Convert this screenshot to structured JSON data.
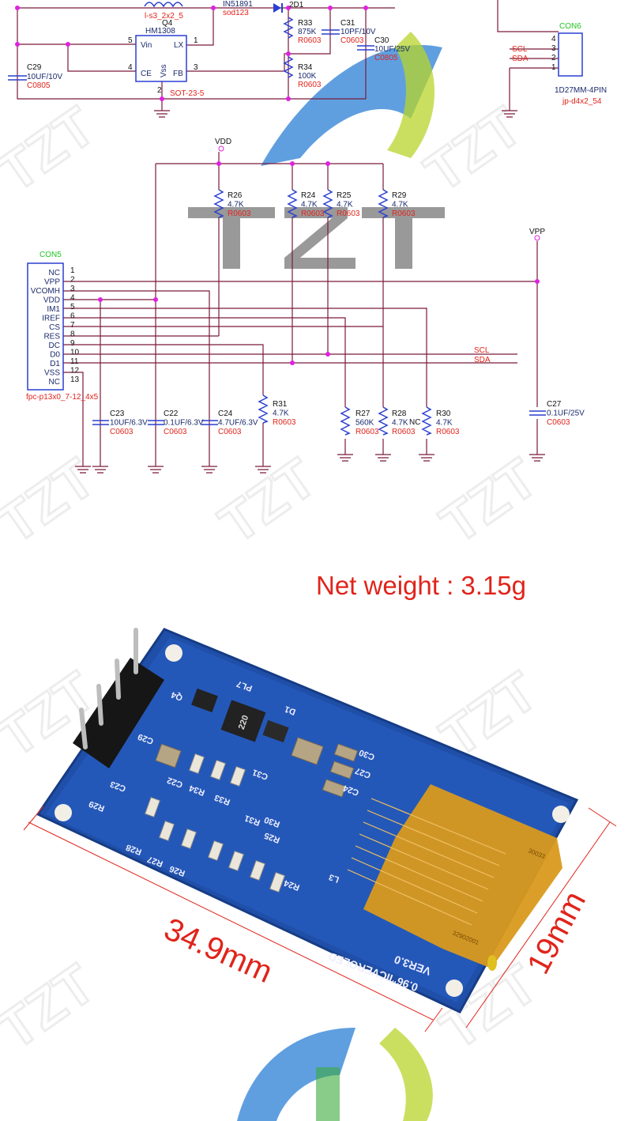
{
  "schematic": {
    "inductor": {
      "pkg": "l-s3_2x2_5"
    },
    "diode": {
      "part": "IN51891",
      "pkg": "sod123",
      "ref": "2D1"
    },
    "q4": {
      "ref": "Q4",
      "part": "HM1308",
      "pkg": "SOT-23-5",
      "pins": {
        "vin": "Vin",
        "lx": "LX",
        "ce": "CE",
        "fb": "FB",
        "vss": "Vss"
      },
      "pin_numbers": {
        "vin": "5",
        "lx": "1",
        "ce": "4",
        "fb": "3",
        "vss": "2"
      }
    },
    "c29": {
      "ref": "C29",
      "value": "10UF/10V",
      "pkg": "C0805"
    },
    "r33": {
      "ref": "R33",
      "value": "875K",
      "pkg": "R0603"
    },
    "r34": {
      "ref": "R34",
      "value": "100K",
      "pkg": "R0603"
    },
    "c31": {
      "ref": "C31",
      "value": "10PF/10V",
      "pkg": "C0603"
    },
    "c30": {
      "ref": "C30",
      "value": "10UF/25V",
      "pkg": "C0805"
    },
    "con6": {
      "ref": "CON6",
      "pins": [
        "4",
        "3",
        "2",
        "1"
      ],
      "signals": [
        "SCL",
        "SDA"
      ],
      "part": "1D27MM-4PIN",
      "pkg": "jp-d4x2_54"
    },
    "vdd": "VDD",
    "vpp": "VPP",
    "pullups": [
      {
        "ref": "R26",
        "value": "4.7K",
        "pkg": "R0603"
      },
      {
        "ref": "R24",
        "value": "4.7K",
        "pkg": "R0603"
      },
      {
        "ref": "R25",
        "value": "4.7K",
        "pkg": "R0603"
      },
      {
        "ref": "R29",
        "value": "4.7K",
        "pkg": "R0603"
      }
    ],
    "con5": {
      "ref": "CON5",
      "pkg": "fpc-p13x0_7-12_4x5",
      "pins": [
        {
          "n": "1",
          "name": "NC"
        },
        {
          "n": "2",
          "name": "VPP"
        },
        {
          "n": "3",
          "name": "VCOMH"
        },
        {
          "n": "4",
          "name": "VDD"
        },
        {
          "n": "5",
          "name": "IM1"
        },
        {
          "n": "6",
          "name": "IREF"
        },
        {
          "n": "7",
          "name": "CS"
        },
        {
          "n": "8",
          "name": "RES"
        },
        {
          "n": "9",
          "name": "DC"
        },
        {
          "n": "10",
          "name": "D0"
        },
        {
          "n": "11",
          "name": "D1"
        },
        {
          "n": "12",
          "name": "VSS"
        },
        {
          "n": "13",
          "name": "NC"
        }
      ]
    },
    "net_scl": "SCL",
    "net_sda": "SDA",
    "c23": {
      "ref": "C23",
      "value": "10UF/6.3V",
      "pkg": "C0603"
    },
    "c22": {
      "ref": "C22",
      "value": "0.1UF/6.3V",
      "pkg": "C0603"
    },
    "c24": {
      "ref": "C24",
      "value": "4.7UF/6.3V",
      "pkg": "C0603"
    },
    "r31": {
      "ref": "R31",
      "value": "4.7K",
      "pkg": "R0603"
    },
    "r27": {
      "ref": "R27",
      "value": "560K",
      "pkg": "R0603"
    },
    "r28": {
      "ref": "R28",
      "value": "4.7K",
      "pkg": "R0603"
    },
    "r30": {
      "ref": "R30",
      "value": "4.7K",
      "pkg": "R0603",
      "note": "NC"
    },
    "c27": {
      "ref": "C27",
      "value": "0.1UF/25V",
      "pkg": "C0603"
    }
  },
  "watermark": "TZT",
  "net_weight": "Net weight : 3.15g",
  "dimensions": {
    "length": "34.9mm",
    "width": "19mm"
  },
  "pcb": {
    "silkscreen": [
      "Q4",
      "PL7",
      "D1",
      "C29",
      "C22",
      "R34",
      "R33",
      "C31",
      "C30",
      "C27",
      "C24",
      "C23",
      "R29",
      "R28",
      "R27",
      "R30",
      "R26",
      "R31",
      "R25",
      "R24",
      "L3"
    ],
    "inductor_marking": "220",
    "board_name": "0.96\"IICVEROLED",
    "version": "VER3.0",
    "flex_code_1": "30033",
    "flex_code_2": "32902001"
  },
  "colors": {
    "pcb": "#1f4fa8",
    "flex": "#d99a1e",
    "dimension": "#e0241b",
    "wire": "#7a1a3a",
    "junction": "#e020e0"
  }
}
